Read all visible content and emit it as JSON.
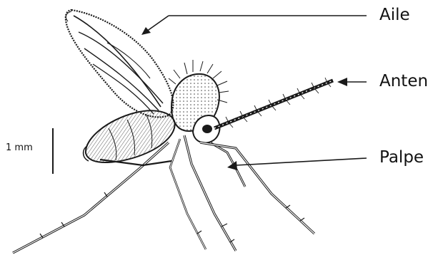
{
  "labels": {
    "wing": "Aile",
    "antenna": "Anten",
    "palp": "Palpe"
  },
  "scale_bar": {
    "text": "1 mm"
  },
  "colors": {
    "ink": "#1a1a1a",
    "background": "#ffffff"
  }
}
